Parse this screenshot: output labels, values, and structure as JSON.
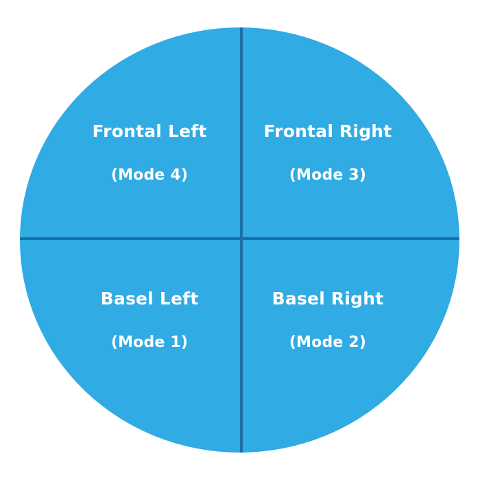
{
  "diagram": {
    "type": "quadrant-circle",
    "shape": "circle",
    "colors": {
      "background": "#ffffff",
      "disc_fill": "#30ABE3",
      "divider_line": "#1B6FA8",
      "label_text": "#ffffff"
    },
    "quadrants": [
      {
        "position": "top-left",
        "title": "Frontal Left",
        "mode": "(Mode 4)"
      },
      {
        "position": "top-right",
        "title": "Frontal Right",
        "mode": "(Mode 3)"
      },
      {
        "position": "bottom-left",
        "title": "Basel Left",
        "mode": "(Mode 1)"
      },
      {
        "position": "bottom-right",
        "title": "Basel Right",
        "mode": "(Mode 2)"
      }
    ]
  }
}
